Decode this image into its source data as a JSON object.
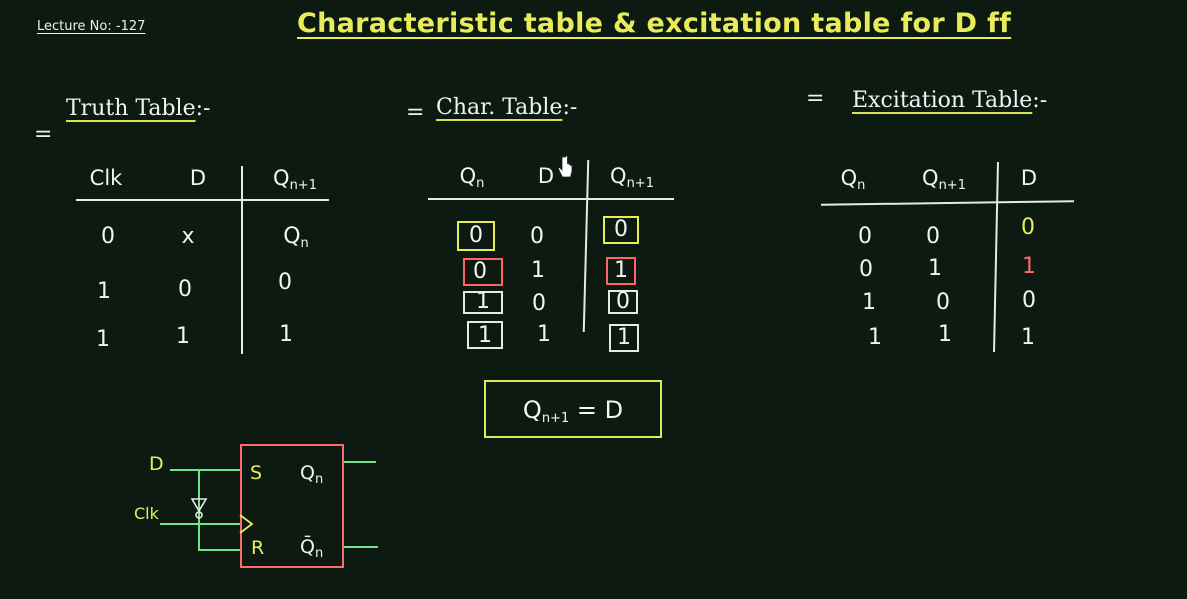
{
  "lecture_no": "Lecture No: -127",
  "title": "Characteristic table & excitation table for D ff",
  "truth_table": {
    "heading": "Truth Table",
    "heading_suffix": ":-",
    "headers": {
      "clk": "Clk",
      "d": "D",
      "q_main": "Q",
      "q_sub": "n+1"
    },
    "rows": [
      {
        "clk": "0",
        "d": "x",
        "q_main": "Q",
        "q_sub": "n"
      },
      {
        "clk": "1",
        "d": "0",
        "q_main": "0",
        "q_sub": ""
      },
      {
        "clk": "1",
        "d": "1",
        "q_main": "1",
        "q_sub": ""
      }
    ]
  },
  "char_table": {
    "heading": "Char. Table",
    "heading_suffix": ":-",
    "headers": {
      "qn_main": "Q",
      "qn_sub": "n",
      "d": "D",
      "qn1_main": "Q",
      "qn1_sub": "n+1"
    },
    "rows": [
      {
        "qn": "0",
        "d": "0",
        "qn1": "0"
      },
      {
        "qn": "0",
        "d": "1",
        "qn1": "1"
      },
      {
        "qn": "1",
        "d": "0",
        "qn1": "0"
      },
      {
        "qn": "1",
        "d": "1",
        "qn1": "1"
      }
    ]
  },
  "equation": {
    "q_main": "Q",
    "q_sub": "n+1",
    "rhs": " = D"
  },
  "excitation_table": {
    "heading": "Excitation Table",
    "heading_suffix": ":-",
    "headers": {
      "qn_main": "Q",
      "qn_sub": "n",
      "qn1_main": "Q",
      "qn1_sub": "n+1",
      "d": "D"
    },
    "rows": [
      {
        "qn": "0",
        "qn1": "0",
        "d": "0"
      },
      {
        "qn": "0",
        "qn1": "1",
        "d": "1"
      },
      {
        "qn": "1",
        "qn1": "0",
        "d": "0"
      },
      {
        "qn": "1",
        "qn1": "1",
        "d": "1"
      }
    ]
  },
  "flip_flop": {
    "input_d": "D",
    "input_clk": "Clk",
    "pin_s": "S",
    "pin_r": "R",
    "out_q_main": "Q",
    "out_q_sub": "n",
    "out_qbar_main": "Q̄",
    "out_qbar_sub": "n"
  },
  "colors": {
    "board": "#0c1a12",
    "title": "#e9ec5a",
    "ink": "#f4f4f4",
    "highlight_yellow": "#e4ef57",
    "highlight_red": "#ff6a6a",
    "wire_green": "#6fe58a"
  }
}
